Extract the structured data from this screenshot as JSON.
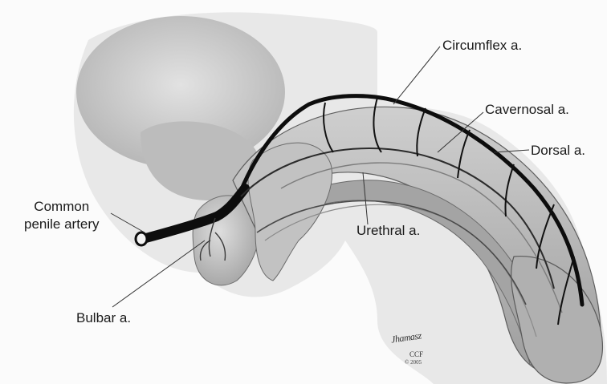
{
  "labels": {
    "circumflex": "Circumflex a.",
    "cavernosal": "Cavernosal a.",
    "dorsal": "Dorsal a.",
    "common_line1": "Common",
    "common_line2": "penile artery",
    "urethral": "Urethral a.",
    "bulbar": "Bulbar a."
  },
  "signature": {
    "name": "Jhamasz",
    "org": "CCF",
    "year": "© 2005"
  },
  "colors": {
    "background": "#fbfbfb",
    "tissue_light": "#d9d9d9",
    "tissue_mid": "#b8b8b8",
    "tissue_dark": "#8a8a8a",
    "artery": "#0d0d0d",
    "leader_line": "#333333"
  }
}
